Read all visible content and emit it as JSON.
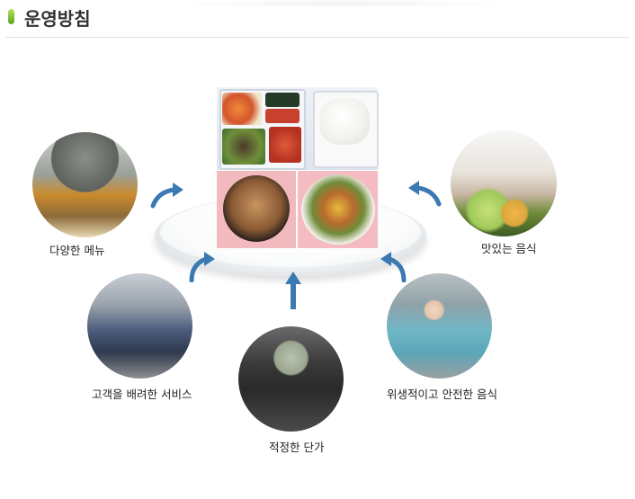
{
  "header": {
    "title": "운영방침"
  },
  "items": [
    {
      "label": "다양한 메뉴"
    },
    {
      "label": "맛있는 음식"
    },
    {
      "label": "고객을 배려한 서비스"
    },
    {
      "label": "위생적이고 안전한 음식"
    },
    {
      "label": "적정한 단가"
    }
  ],
  "colors": {
    "arrow": "#3b79b3",
    "header_icon": "#7cc22e",
    "center_bg": "#f4bcc2"
  }
}
